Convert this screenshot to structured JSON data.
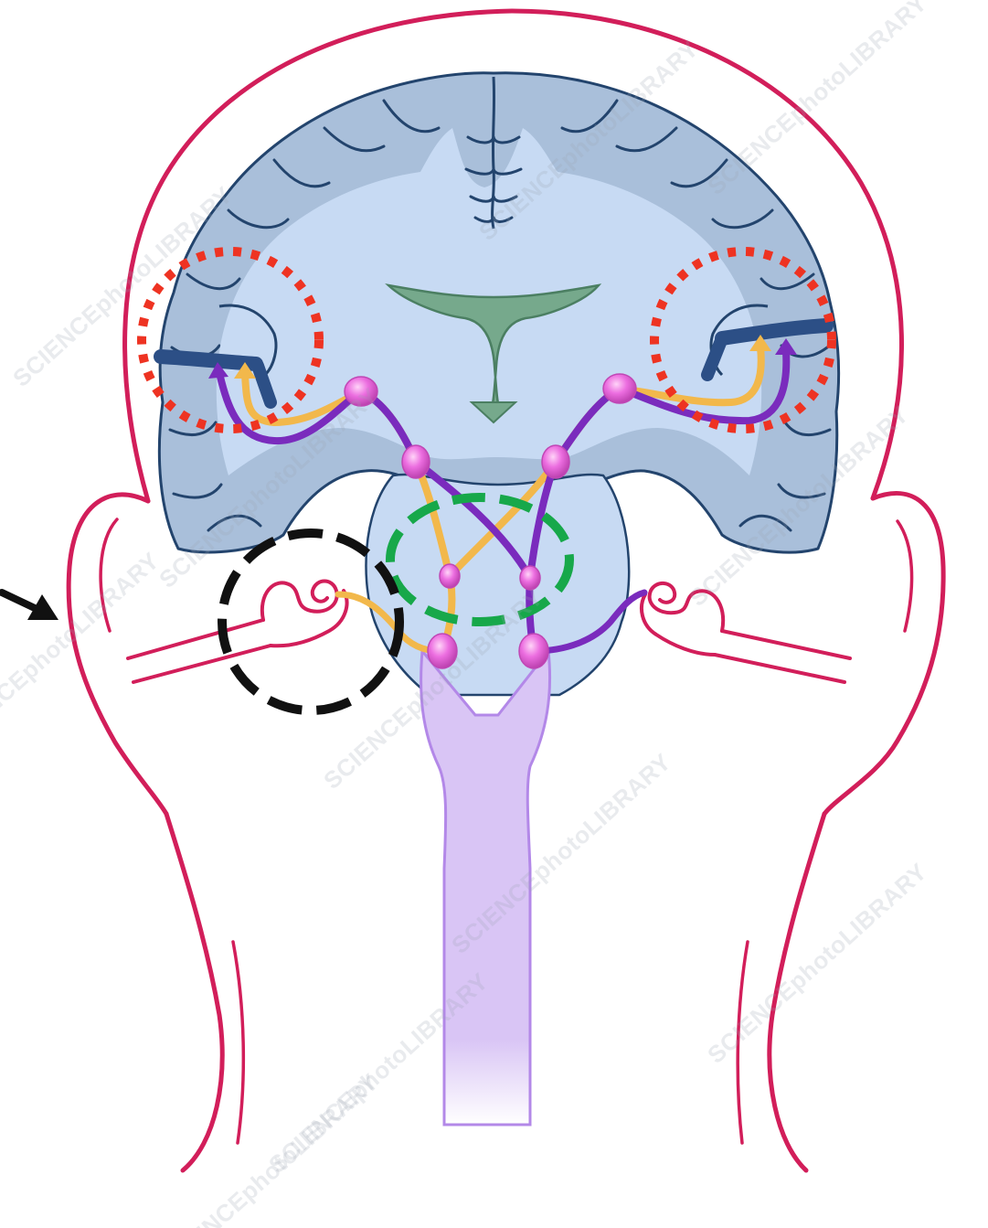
{
  "watermark": {
    "text": "SCIENCEphotoLIBRARY",
    "color": "#9aa6b2",
    "opacity": 0.22
  },
  "colors": {
    "head_outline": "#d21e5a",
    "brain_cortex": "#a9bfda",
    "brain_outline": "#23446d",
    "brain_white_matter": "#c7daf3",
    "ventricle": "#76a98c",
    "ventricle_outline": "#4b7f62",
    "brainstem": "#d8c4f4",
    "brainstem_outline": "#b388e8",
    "pathway_yellow": "#f2b84b",
    "pathway_purple": "#7a2bbd",
    "nucleus_node": "#e35bd8",
    "auditory_cortex_band": "#2c4f86",
    "marker_red": "#ee3322",
    "marker_green": "#17a84a",
    "marker_black": "#111111",
    "arrow_black": "#111111"
  },
  "markers": [
    {
      "name": "left-auditory-cortex-circle",
      "style": "dotted",
      "color": "red"
    },
    {
      "name": "right-auditory-cortex-circle",
      "style": "dotted",
      "color": "red"
    },
    {
      "name": "crossing-pathways-ellipse",
      "style": "dashed",
      "color": "green"
    },
    {
      "name": "cochlea-circle",
      "style": "dashed",
      "color": "black"
    }
  ],
  "pointer_arrow": {
    "direction": "right",
    "color": "black"
  }
}
